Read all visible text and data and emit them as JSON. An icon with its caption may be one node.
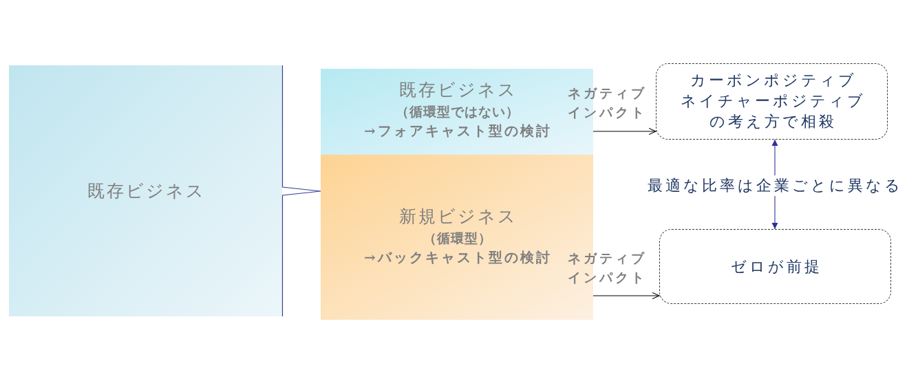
{
  "diagram": {
    "nodes": [
      {
        "text": [
          "既存ビジネス"
        ]
      },
      {
        "text": [
          "既存ビジネス",
          "（循環型ではない）",
          "→フォアキャスト型の検討"
        ]
      },
      {
        "text": [
          "新規ビジネス",
          "（循環型）",
          "→バックキャスト型の検討"
        ]
      },
      {
        "text": [
          "カーボンポジティブネイチャーポジティブの考え方で相殺"
        ]
      },
      {
        "text": [
          "最適な比率は企業ごとに異なる"
        ]
      },
      {
        "text": [
          "ゼロが前提"
        ]
      }
    ],
    "edges": [
      {
        "from": 1,
        "to": 3,
        "arrow": "to",
        "label": "ネガティブインパクト"
      },
      {
        "from": 2,
        "to": 5,
        "arrow": "to",
        "label": "ネガティブインパクト"
      },
      {
        "from": 4,
        "to": 3,
        "arrow": "to",
        "color": "#2e3192"
      },
      {
        "from": 4,
        "to": 5,
        "arrow": "to",
        "color": "#2e3192"
      }
    ]
  }
}
